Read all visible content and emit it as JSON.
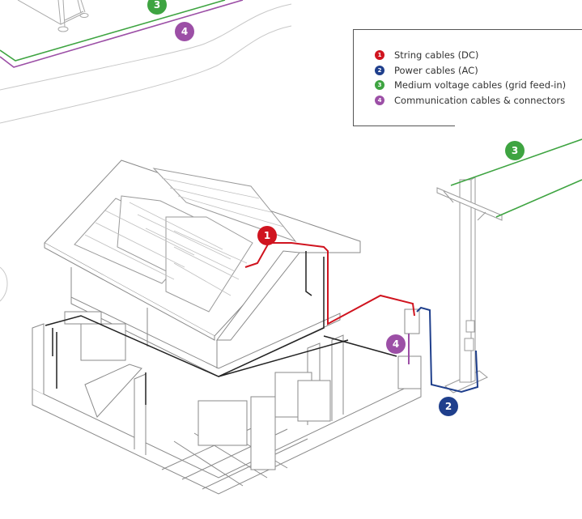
{
  "diagram": {
    "title": "Solar PV home cabling overview",
    "colors": {
      "string_dc": "#d0141f",
      "power_ac": "#1f3f8c",
      "medium_voltage": "#3ea441",
      "communication": "#9c4fa6",
      "outline": "#9a9a9a",
      "wiring": "#222222"
    }
  },
  "legend": {
    "items": [
      {
        "number": "1",
        "label": "String cables (DC)",
        "color": "#d0141f"
      },
      {
        "number": "2",
        "label": "Power cables (AC)",
        "color": "#1f3f8c"
      },
      {
        "number": "3",
        "label": "Medium voltage cables (grid feed-in)",
        "color": "#3ea441"
      },
      {
        "number": "4",
        "label": "Communication cables & connectors",
        "color": "#9c4fa6"
      }
    ]
  },
  "callouts": {
    "top_medium_voltage": "3",
    "top_communication": "4",
    "roof_string": "1",
    "pole_medium_voltage": "3",
    "inverter_communication": "4",
    "ground_power": "2"
  }
}
